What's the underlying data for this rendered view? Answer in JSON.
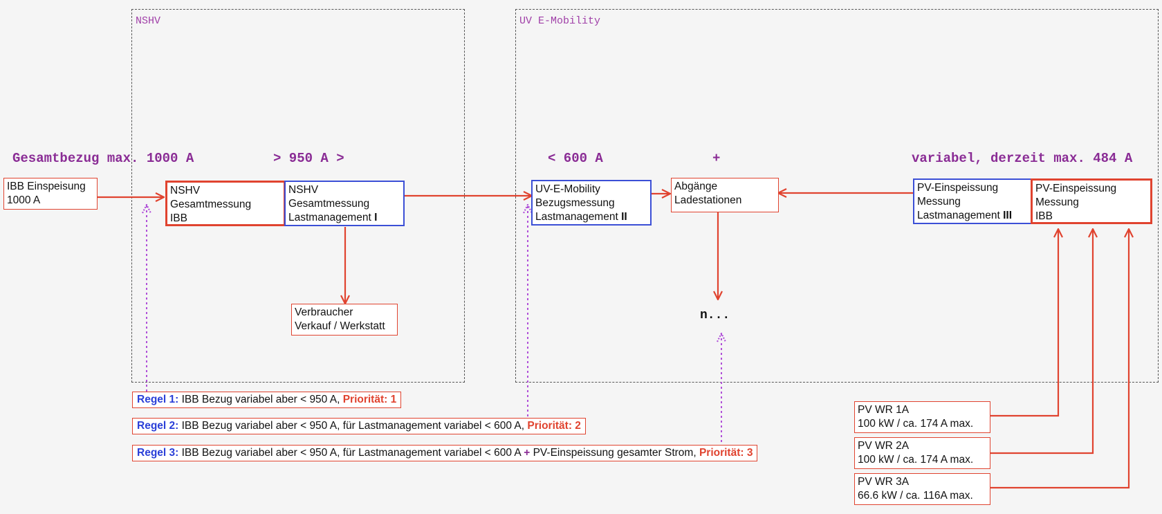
{
  "groups": {
    "nshv": "NSHV",
    "uv": "UV E-Mobility"
  },
  "headers": {
    "gesamtbezug": "Gesamtbezug max. 1000 A",
    "gt950": "> 950 A >",
    "lt600": "< 600 A",
    "plus": "+",
    "variabel": "variabel, derzeit max. 484 A"
  },
  "boxes": {
    "ibb_einspeisung": [
      "IBB Einspeisung",
      "1000 A"
    ],
    "nshv_ibb": [
      "NSHV",
      "Gesamtmessung",
      "IBB"
    ],
    "nshv_lm": [
      "NSHV",
      "Gesamtmessung",
      "Lastmanagement ",
      "I"
    ],
    "verbraucher": [
      "Verbraucher",
      "Verkauf / Werkstatt"
    ],
    "uv_emob": [
      "UV-E-Mobility",
      "Bezugsmessung",
      "Lastmanagement ",
      "II"
    ],
    "abgaenge": [
      "Abgänge",
      "Ladestationen"
    ],
    "pv_lm": [
      "PV-Einspeissung",
      "Messung",
      "Lastmanagement ",
      "III"
    ],
    "pv_ibb": [
      "PV-Einspeissung",
      "Messung",
      "IBB"
    ],
    "pv_wr1": [
      "PV WR 1A",
      "100 kW / ca. 174 A max."
    ],
    "pv_wr2": [
      "PV WR 2A",
      "100 kW / ca. 174 A max."
    ],
    "pv_wr3": [
      "PV WR 3A",
      "66.6 kW / ca. 116A max."
    ]
  },
  "n_dots": "n...",
  "rules": [
    {
      "label": "Regel 1:",
      "text": " IBB Bezug variabel aber < 950 A, ",
      "plus": "",
      "text2": "",
      "prio": "Priorität: 1"
    },
    {
      "label": "Regel 2:",
      "text": " IBB Bezug variabel aber < 950 A, für Lastmanagement variabel < 600 A, ",
      "plus": "",
      "text2": "",
      "prio": "Priorität: 2"
    },
    {
      "label": "Regel 3:",
      "text": " IBB Bezug variabel aber < 950 A, für Lastmanagement variabel < 600 A ",
      "plus": "+",
      "text2": " PV-Einspeissung gesamter Strom, ",
      "prio": "Priorität: 3"
    }
  ],
  "colors": {
    "red": "#e0432f",
    "blue": "#3b4fd6",
    "purple": "#8a2c95",
    "dashed_purple": "#b04fd8"
  }
}
